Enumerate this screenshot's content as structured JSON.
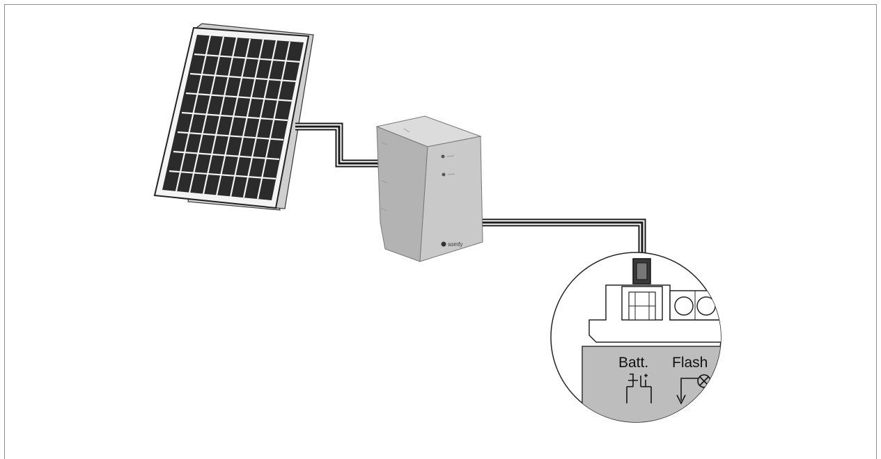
{
  "diagram": {
    "components": [
      {
        "id": "solar-panel"
      },
      {
        "id": "control-box",
        "logo_text": "somfy"
      },
      {
        "id": "terminal-detail"
      }
    ],
    "terminal_labels": {
      "battery": "Batt.",
      "flash": "Flash"
    },
    "colors": {
      "panel_frame": "#f2f2f2",
      "panel_cell": "#2b2b2b",
      "box_front": "#c9c9c9",
      "box_side": "#b3b3b3",
      "box_top": "#dcdcdc",
      "terminal_plate": "#bdbdbd",
      "line": "#1a1a1a"
    }
  }
}
